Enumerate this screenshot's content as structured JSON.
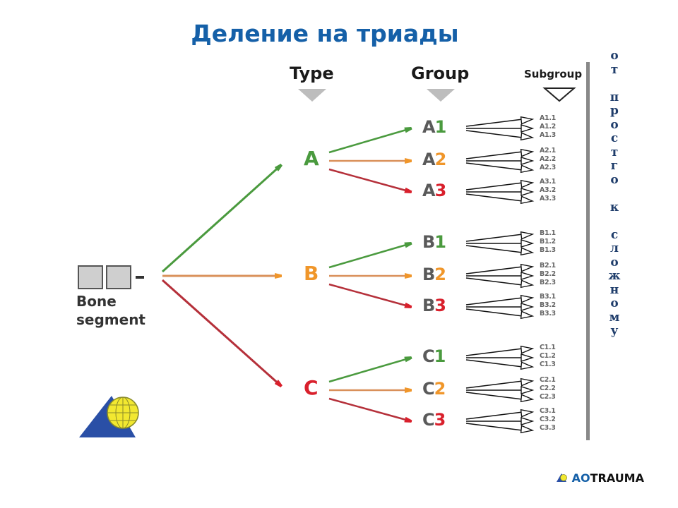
{
  "title": "Деление на триады",
  "headers": {
    "type": "Type",
    "group": "Group",
    "subgroup": "Subgroup"
  },
  "bone_segment": {
    "label_line1": "Bone",
    "label_line2": "segment"
  },
  "colors": {
    "green": "#4a9a3e",
    "orange": "#f0962a",
    "red": "#d9202c",
    "title_blue": "#1560a8",
    "gray_text": "#5a5a5a",
    "divider": "#888888",
    "vertical_text": "#1f3d6b"
  },
  "types": [
    {
      "letter": "A",
      "color": "#4a9a3e",
      "groups": [
        {
          "prefix": "A",
          "digit": "1",
          "digit_color": "#4a9a3e",
          "subgroups": [
            "A1.1",
            "A1.2",
            "A1.3"
          ]
        },
        {
          "prefix": "A",
          "digit": "2",
          "digit_color": "#f0962a",
          "subgroups": [
            "A2.1",
            "A2.2",
            "A2.3"
          ]
        },
        {
          "prefix": "A",
          "digit": "3",
          "digit_color": "#d9202c",
          "subgroups": [
            "A3.1",
            "A3.2",
            "A3.3"
          ]
        }
      ]
    },
    {
      "letter": "B",
      "color": "#f0962a",
      "groups": [
        {
          "prefix": "B",
          "digit": "1",
          "digit_color": "#4a9a3e",
          "subgroups": [
            "B1.1",
            "B1.2",
            "B1.3"
          ]
        },
        {
          "prefix": "B",
          "digit": "2",
          "digit_color": "#f0962a",
          "subgroups": [
            "B2.1",
            "B2.2",
            "B2.3"
          ]
        },
        {
          "prefix": "B",
          "digit": "3",
          "digit_color": "#d9202c",
          "subgroups": [
            "B3.1",
            "B3.2",
            "B3.3"
          ]
        }
      ]
    },
    {
      "letter": "C",
      "color": "#d9202c",
      "groups": [
        {
          "prefix": "C",
          "digit": "1",
          "digit_color": "#4a9a3e",
          "subgroups": [
            "C1.1",
            "C1.2",
            "C1.3"
          ]
        },
        {
          "prefix": "C",
          "digit": "2",
          "digit_color": "#f0962a",
          "subgroups": [
            "C2.1",
            "C2.2",
            "C2.3"
          ]
        },
        {
          "prefix": "C",
          "digit": "3",
          "digit_color": "#d9202c",
          "subgroups": [
            "C3.1",
            "C3.2",
            "C3.3"
          ]
        }
      ]
    }
  ],
  "vertical_text": [
    "о",
    "т",
    "",
    "п",
    "р",
    "о",
    "с",
    "т",
    "г",
    "о",
    "",
    "к",
    "",
    "с",
    "л",
    "о",
    "ж",
    "н",
    "о",
    "м",
    "у"
  ],
  "logo": {
    "ao": "AO",
    "trauma": "TRAUMA",
    "icon": "ao-globe-triangle-icon"
  }
}
